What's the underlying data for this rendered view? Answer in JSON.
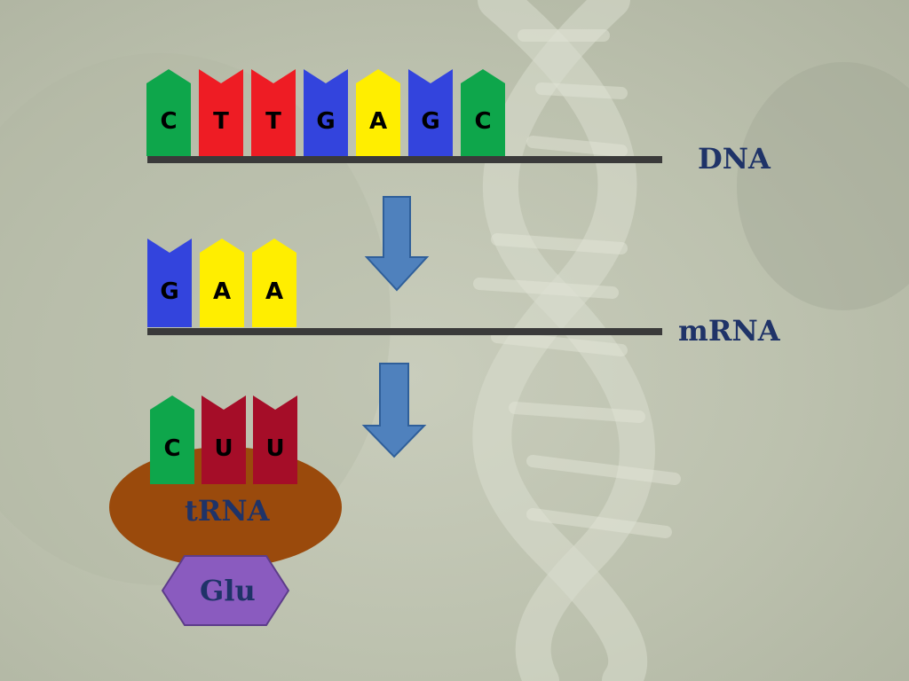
{
  "strands": {
    "dna": {
      "label": "DNA",
      "bases": [
        {
          "letter": "C",
          "color": "#0ea64b",
          "shape": "point-up"
        },
        {
          "letter": "T",
          "color": "#ee1c24",
          "shape": "notch"
        },
        {
          "letter": "T",
          "color": "#ee1c24",
          "shape": "notch"
        },
        {
          "letter": "G",
          "color": "#3344dd",
          "shape": "notch"
        },
        {
          "letter": "A",
          "color": "#ffee00",
          "shape": "point-up"
        },
        {
          "letter": "G",
          "color": "#3344dd",
          "shape": "notch"
        },
        {
          "letter": "C",
          "color": "#0ea64b",
          "shape": "point-up"
        }
      ]
    },
    "mrna": {
      "label": "mRNA",
      "bases": [
        {
          "letter": "G",
          "color": "#3344dd",
          "shape": "notch"
        },
        {
          "letter": "A",
          "color": "#ffee00",
          "shape": "point-up"
        },
        {
          "letter": "A",
          "color": "#ffee00",
          "shape": "point-up"
        }
      ]
    },
    "trna": {
      "label": "tRNA",
      "color": "#9a4a0c",
      "bases": [
        {
          "letter": "C",
          "color": "#0ea64b",
          "shape": "point-up"
        },
        {
          "letter": "U",
          "color": "#a50d28",
          "shape": "notch"
        },
        {
          "letter": "U",
          "color": "#a50d28",
          "shape": "notch"
        }
      ]
    }
  },
  "amino_acid": {
    "label": "Glu",
    "color": "#8a5bbf"
  },
  "arrow_color": "#4f81bd",
  "strand_color": "#3a3a3a"
}
